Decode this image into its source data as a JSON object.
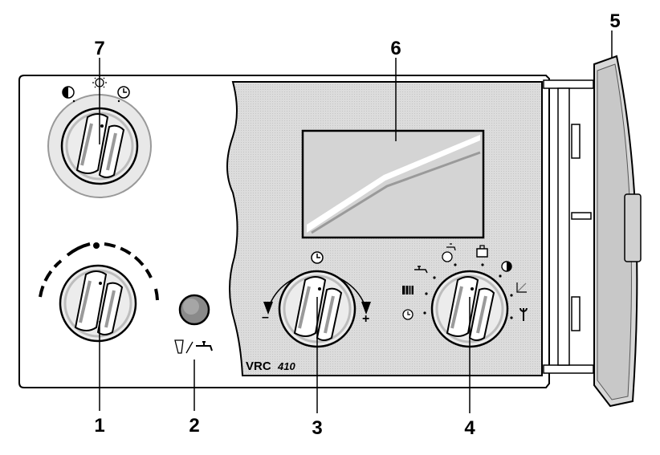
{
  "device": {
    "model_label": "VRC",
    "model_number": "410"
  },
  "callouts": {
    "c1": "1",
    "c2": "2",
    "c3": "3",
    "c4": "4",
    "c5": "5",
    "c6": "6",
    "c7": "7"
  },
  "dial3": {
    "minus": "–",
    "plus": "+"
  },
  "icons": {
    "knob7": [
      "moon-icon",
      "sun-icon",
      "clock-icon"
    ],
    "knob4": [
      "tap-icon",
      "radiator-icon",
      "clock-icon",
      "shower-icon",
      "suitcase-icon",
      "moon-icon",
      "heating-curve-icon",
      "wrench-icon"
    ],
    "knob2": [
      "chimney-sweep-icon",
      "tap-icon"
    ],
    "dial3": "clock-icon"
  }
}
